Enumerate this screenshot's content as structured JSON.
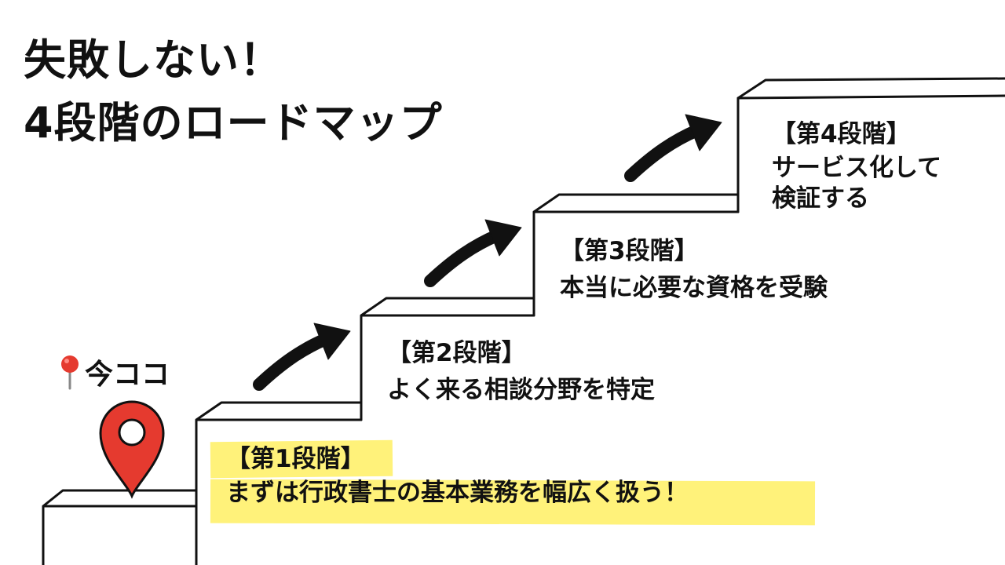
{
  "title": {
    "line1": "失敗しない！",
    "line2": "4段階のロードマップ"
  },
  "current_position": {
    "label": "今ココ",
    "icon": "map-pin-icon",
    "color": "#e53a2f"
  },
  "stages": [
    {
      "heading": "【第1段階】",
      "lines": [
        "まずは行政書士の基本業務を幅広く扱う！"
      ],
      "highlighted": true
    },
    {
      "heading": "【第2段階】",
      "lines": [
        "よく来る相談分野を特定"
      ],
      "highlighted": false
    },
    {
      "heading": "【第3段階】",
      "lines": [
        "本当に必要な資格を受験"
      ],
      "highlighted": false
    },
    {
      "heading": "【第4段階】",
      "lines": [
        "サービス化して",
        "検証する"
      ],
      "highlighted": false
    }
  ],
  "colors": {
    "highlight": "#fff27a",
    "ink": "#111111",
    "pin": "#e53a2f"
  }
}
